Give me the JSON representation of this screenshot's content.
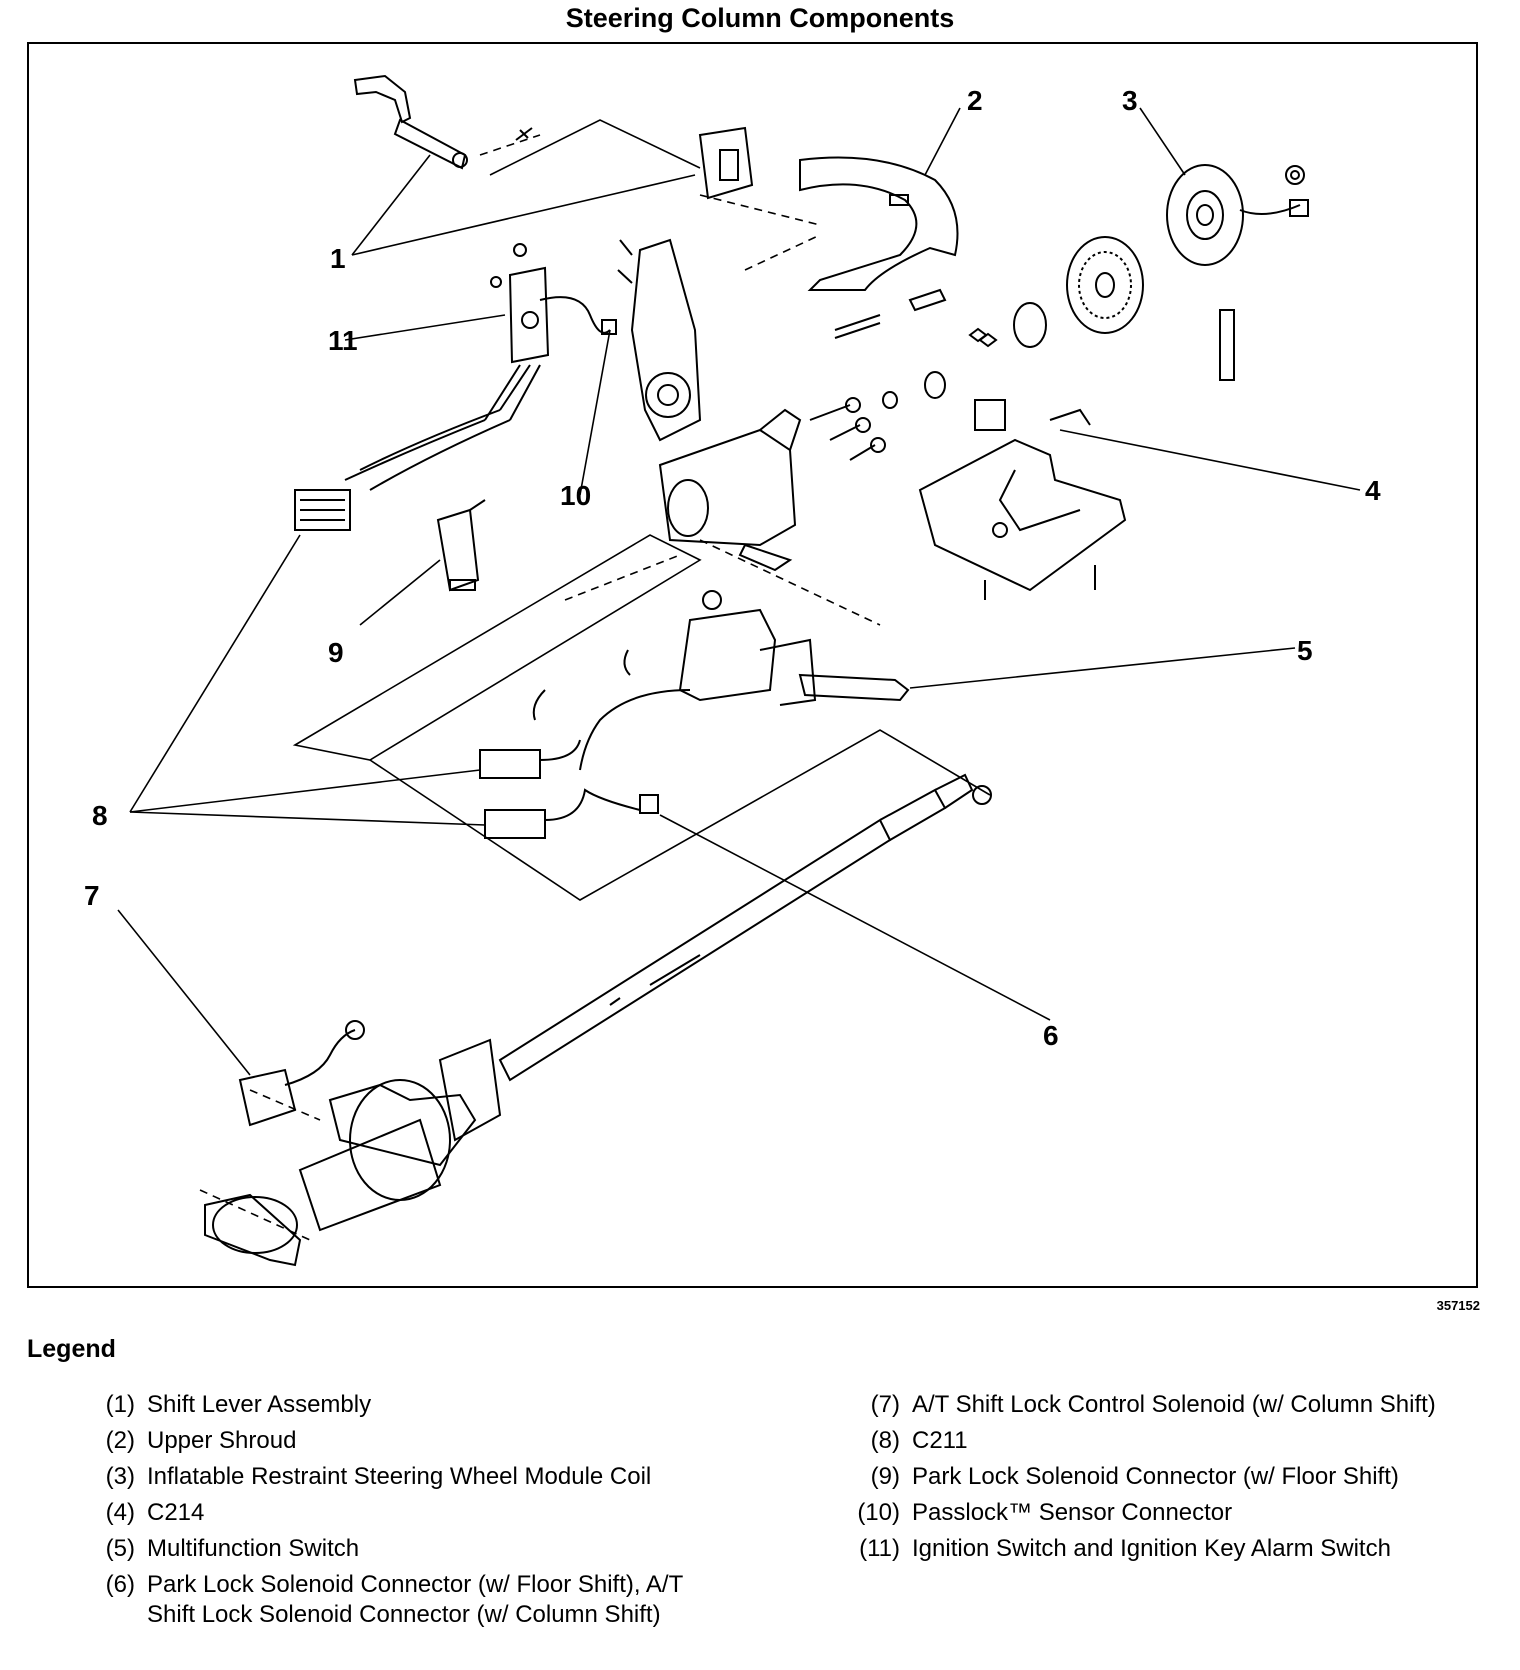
{
  "title": "Steering Column Components",
  "figure_id": "357152",
  "callouts": [
    "1",
    "2",
    "3",
    "4",
    "5",
    "6",
    "7",
    "8",
    "9",
    "10",
    "11"
  ],
  "legend": {
    "heading": "Legend",
    "left": [
      {
        "num": "(1)",
        "text": "Shift Lever Assembly"
      },
      {
        "num": "(2)",
        "text": "Upper Shroud"
      },
      {
        "num": "(3)",
        "text": "Inflatable Restraint Steering Wheel Module Coil"
      },
      {
        "num": "(4)",
        "text": "C214"
      },
      {
        "num": "(5)",
        "text": "Multifunction Switch"
      },
      {
        "num": "(6)",
        "text": "Park Lock Solenoid Connector (w/ Floor Shift), A/T Shift Lock Solenoid Connector (w/ Column Shift)"
      }
    ],
    "right": [
      {
        "num": "(7)",
        "text": "A/T Shift Lock Control Solenoid (w/ Column Shift)"
      },
      {
        "num": "(8)",
        "text": "C211"
      },
      {
        "num": "(9)",
        "text": "Park Lock Solenoid Connector (w/ Floor Shift)"
      },
      {
        "num": "(10)",
        "text": "Passlock™ Sensor Connector"
      },
      {
        "num": "(11)",
        "text": "Ignition Switch and Ignition Key Alarm Switch"
      }
    ]
  }
}
